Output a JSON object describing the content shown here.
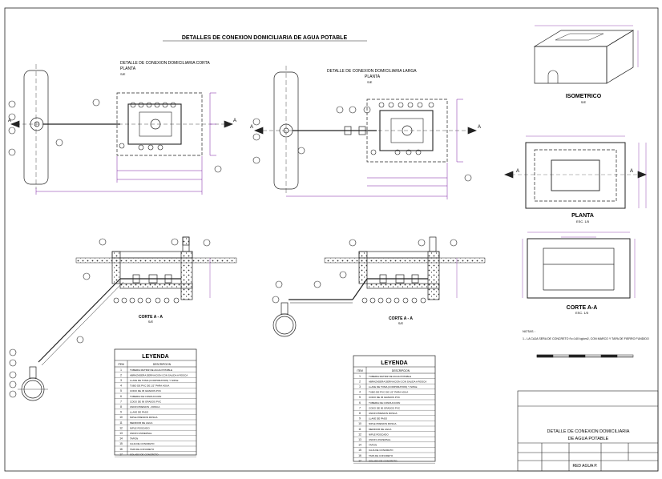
{
  "sheet_title": "DETALLES DE CONEXION DOMICILIARIA DE AGUA POTABLE",
  "plan_short": {
    "title_line1": "DETALLE  DE  CONEXION DOMICILIARIA CORTA",
    "title_line2": "PLANTA",
    "scale": "S/E",
    "label_a_left": "A",
    "label_a_right": "A"
  },
  "plan_long": {
    "title_line1": "DETALLE  DE  CONEXION DOMICILIARIA LARGA",
    "title_line2": "PLANTA",
    "scale": "S/E",
    "label_a_left": "A",
    "label_a_right": "A"
  },
  "section_short": {
    "title": "CORTE  A - A",
    "scale": "S/E"
  },
  "section_long": {
    "title": "CORTE  A - A",
    "scale": "S/E"
  },
  "isometric": {
    "title": "ISOMETRICO",
    "scale": "S/E"
  },
  "planta_right": {
    "title": "PLANTA",
    "scale": "ESC. 1/5",
    "label_a_left": "A",
    "label_a_right": "A"
  },
  "corte_right": {
    "title": "CORTE A-A",
    "scale": "ESC. 1/5"
  },
  "notes": {
    "heading": "NOTAS :",
    "line1": "1.- LA CAJA SERA DE CONCRETO f'c=140 kg/cm2, CON MARCO Y TAPA DE FIERRO FUNDIDO"
  },
  "legend_left": {
    "title": "LEYENDA",
    "col_item": "ITEM",
    "col_desc": "DESCRIPCION",
    "rows": [
      {
        "n": "1",
        "d": "TUBERIA MATRIZ DE AGUA POTABLE"
      },
      {
        "n": "2",
        "d": "ABRAZADERA DERIVACION CON SALIDA A ROSCA"
      },
      {
        "n": "3",
        "d": "LLAVE DE TOMA (CORPORATION) Y NIPLE"
      },
      {
        "n": "4",
        "d": "TUBO DE PVC DE 1/2\" PARA AGUA"
      },
      {
        "n": "5",
        "d": "CODO DE 45 GRADOS PVC"
      },
      {
        "n": "6",
        "d": "TUBERIA DE CONDUCCION"
      },
      {
        "n": "7",
        "d": "CODO DE 90 GRADOS PVC"
      },
      {
        "n": "8",
        "d": "UNION PRESION - ROSCA"
      },
      {
        "n": "9",
        "d": "LLAVE DE PASO"
      },
      {
        "n": "10",
        "d": "NIPLE PRESION ROSCA"
      },
      {
        "n": "11",
        "d": "MEDIDOR DE AGUA"
      },
      {
        "n": "12",
        "d": "NIPLE ROSCADO"
      },
      {
        "n": "13",
        "d": "UNION UNIVERSAL"
      },
      {
        "n": "14",
        "d": "TAPON"
      },
      {
        "n": "15",
        "d": "CAJA DE CONCRETO"
      },
      {
        "n": "16",
        "d": "TAPA DE CONCRETO"
      },
      {
        "n": "17",
        "d": "SOLADO DE CONCRETO"
      }
    ]
  },
  "legend_right": {
    "title": "LEYENDA",
    "col_item": "ITEM",
    "col_desc": "DESCRIPCION",
    "rows": [
      {
        "n": "1",
        "d": "TUBERIA MATRIZ DE AGUA POTABLE"
      },
      {
        "n": "2",
        "d": "ABRAZADERA DERIVACION CON SALIDA A ROSCA"
      },
      {
        "n": "3",
        "d": "LLAVE DE TOMA (CORPORATION) Y NIPLE"
      },
      {
        "n": "4",
        "d": "TUBO DE PVC DE 1/2\" PARA AGUA"
      },
      {
        "n": "5",
        "d": "CODO DE 45 GRADOS PVC"
      },
      {
        "n": "6",
        "d": "TUBERIA DE CONDUCCION"
      },
      {
        "n": "7",
        "d": "CODO DE 90 GRADOS PVC"
      },
      {
        "n": "8",
        "d": "UNION PRESION ROSCA"
      },
      {
        "n": "9",
        "d": "LLAVE DE PASO"
      },
      {
        "n": "10",
        "d": "NIPLE PRESION ROSCA"
      },
      {
        "n": "11",
        "d": "MEDIDOR DE AGUA"
      },
      {
        "n": "12",
        "d": "NIPLE ROSCADO"
      },
      {
        "n": "13",
        "d": "UNION UNIVERSAL"
      },
      {
        "n": "14",
        "d": "TAPON"
      },
      {
        "n": "15",
        "d": "CAJA DE CONCRETO"
      },
      {
        "n": "16",
        "d": "TAPA DE CONCRETO"
      },
      {
        "n": "17",
        "d": "SOLADO DE CONCRETO"
      }
    ]
  },
  "title_block": {
    "project_line1": "DETALLE DE CONEXION DOMICILIARIA",
    "project_line2": "DE AGUA POTABLE",
    "sheet_code": "RED AGUA P."
  },
  "colors": {
    "line": "#1a1a1a",
    "dimension": "#7b1fa2",
    "hatch": "#555555",
    "background": "#ffffff"
  }
}
